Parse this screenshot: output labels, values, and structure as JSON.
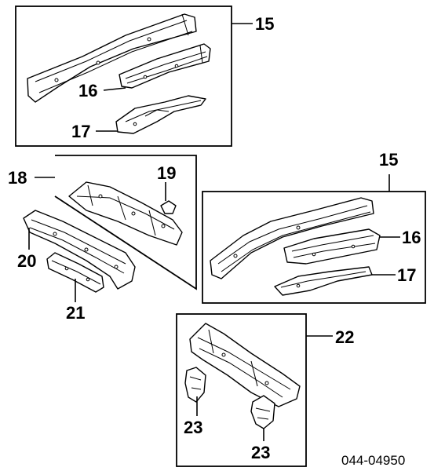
{
  "callouts": {
    "top_frame_rail": "15",
    "top_frame_inner": "16",
    "top_frame_bracket": "17",
    "group_18": "18",
    "clip_19": "19",
    "part_20": "20",
    "part_21": "21",
    "right_frame_rail": "15",
    "right_frame_inner": "16",
    "right_frame_bracket": "17",
    "group_22": "22",
    "hinge_left": "23",
    "hinge_right": "23"
  },
  "drawing_code": "044-04950"
}
